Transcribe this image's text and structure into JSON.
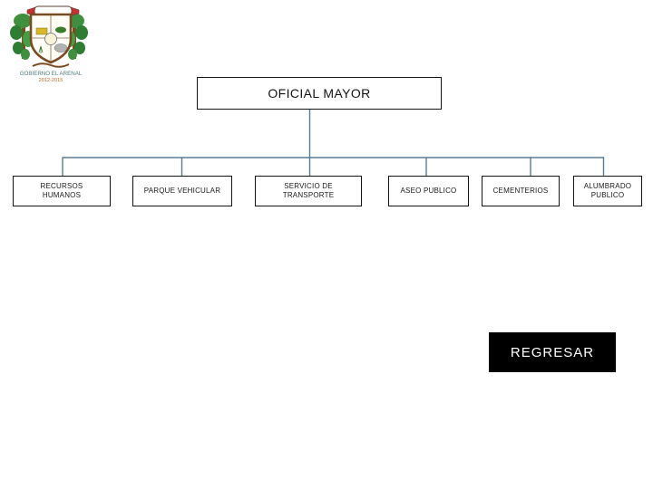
{
  "emblem": {
    "org_name": "GOBIERNO EL ARENAL",
    "term": "2012-2015"
  },
  "org_chart": {
    "root_label": "OFICIAL MAYOR",
    "departments": [
      {
        "label": "RECURSOS\nHUMANOS"
      },
      {
        "label": "PARQUE VEHICULAR"
      },
      {
        "label": "SERVICIO DE\nTRANSPORTE"
      },
      {
        "label": "ASEO PUBLICO"
      },
      {
        "label": "CEMENTERIOS"
      },
      {
        "label": "ALUMBRADO\nPUBLICO"
      }
    ],
    "connector_color": "#587d92"
  },
  "navigation": {
    "back_button_label": "REGRESAR"
  }
}
